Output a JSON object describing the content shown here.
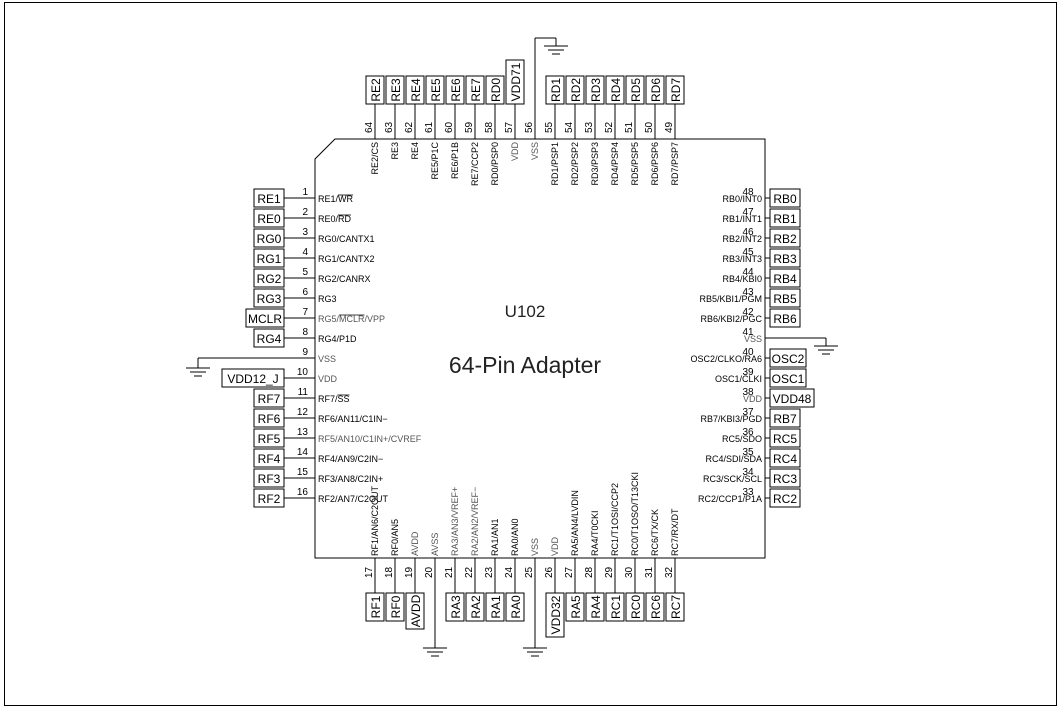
{
  "component": {
    "ref": "U102",
    "name": "64-Pin Adapter"
  },
  "pins": {
    "left": [
      {
        "num": "1",
        "label": "RE1/WR",
        "overline": "WR",
        "net": "RE1"
      },
      {
        "num": "2",
        "label": "RE0/RD",
        "overline": "RD",
        "net": "RE0"
      },
      {
        "num": "3",
        "label": "RG0/CANTX1",
        "net": "RG0"
      },
      {
        "num": "4",
        "label": "RG1/CANTX2",
        "net": "RG1"
      },
      {
        "num": "5",
        "label": "RG2/CANRX",
        "net": "RG2"
      },
      {
        "num": "6",
        "label": "RG3",
        "net": "RG3"
      },
      {
        "num": "7",
        "label": "RG5/MCLR/VPP",
        "overline": "MCLR",
        "net": "MCLR",
        "pwr": true
      },
      {
        "num": "8",
        "label": "RG4/P1D",
        "net": "RG4"
      },
      {
        "num": "9",
        "label": "VSS",
        "net": "",
        "pwr": true,
        "ground": true
      },
      {
        "num": "10",
        "label": "VDD",
        "net": "VDD12_J",
        "pwr": true
      },
      {
        "num": "11",
        "label": "RF7/SS",
        "overline": "SS",
        "net": "RF7"
      },
      {
        "num": "12",
        "label": "RF6/AN11/C1IN−",
        "net": "RF6"
      },
      {
        "num": "13",
        "label": "RF5/AN10/C1IN+/CVREF",
        "net": "RF5",
        "pwr": true
      },
      {
        "num": "14",
        "label": "RF4/AN9/C2IN−",
        "net": "RF4"
      },
      {
        "num": "15",
        "label": "RF3/AN8/C2IN+",
        "net": "RF3"
      },
      {
        "num": "16",
        "label": "RF2/AN7/C2OUT",
        "net": "RF2"
      }
    ],
    "right": [
      {
        "num": "48",
        "label": "RB0/INT0",
        "net": "RB0"
      },
      {
        "num": "47",
        "label": "RB1/INT1",
        "net": "RB1"
      },
      {
        "num": "46",
        "label": "RB2/INT2",
        "net": "RB2"
      },
      {
        "num": "45",
        "label": "RB3/INT3",
        "net": "RB3"
      },
      {
        "num": "44",
        "label": "RB4/KBI0",
        "net": "RB4"
      },
      {
        "num": "43",
        "label": "RB5/KBI1/PGM",
        "net": "RB5"
      },
      {
        "num": "42",
        "label": "RB6/KBI2/PGC",
        "net": "RB6"
      },
      {
        "num": "41",
        "label": "VSS",
        "net": "",
        "pwr": true,
        "ground": true
      },
      {
        "num": "40",
        "label": "OSC2/CLKO/RA6",
        "net": "OSC2"
      },
      {
        "num": "39",
        "label": "OSC1/CLKI",
        "net": "OSC1"
      },
      {
        "num": "38",
        "label": "VDD",
        "net": "VDD48",
        "pwr": true
      },
      {
        "num": "37",
        "label": "RB7/KBI3/PGD",
        "net": "RB7"
      },
      {
        "num": "36",
        "label": "RC5/SDO",
        "net": "RC5"
      },
      {
        "num": "35",
        "label": "RC4/SDI/SDA",
        "net": "RC4"
      },
      {
        "num": "34",
        "label": "RC3/SCK/SCL",
        "net": "RC3"
      },
      {
        "num": "33",
        "label": "RC2/CCP1/P1A",
        "net": "RC2"
      }
    ],
    "top": [
      {
        "num": "64",
        "label": "RE2/CS",
        "overline": "CS",
        "net": "RE2"
      },
      {
        "num": "63",
        "label": "RE3",
        "net": "RE3"
      },
      {
        "num": "62",
        "label": "RE4",
        "net": "RE4"
      },
      {
        "num": "61",
        "label": "RE5/P1C",
        "net": "RE5"
      },
      {
        "num": "60",
        "label": "RE6/P1B",
        "net": "RE6"
      },
      {
        "num": "59",
        "label": "RE7/CCP2",
        "net": "RE7"
      },
      {
        "num": "58",
        "label": "RD0/PSP0",
        "net": "RD0"
      },
      {
        "num": "57",
        "label": "VDD",
        "net": "VDD71",
        "pwr": true
      },
      {
        "num": "56",
        "label": "VSS",
        "net": "",
        "pwr": true,
        "ground": true
      },
      {
        "num": "55",
        "label": "RD1/PSP1",
        "net": "RD1"
      },
      {
        "num": "54",
        "label": "RD2/PSP2",
        "net": "RD2"
      },
      {
        "num": "53",
        "label": "RD3/PSP3",
        "net": "RD3"
      },
      {
        "num": "52",
        "label": "RD4/PSP4",
        "net": "RD4"
      },
      {
        "num": "51",
        "label": "RD5/PSP5",
        "net": "RD5"
      },
      {
        "num": "50",
        "label": "RD6/PSP6",
        "net": "RD6"
      },
      {
        "num": "49",
        "label": "RD7/PSP7",
        "net": "RD7"
      }
    ],
    "bottom": [
      {
        "num": "17",
        "label": "RF1/AN6/C2OUT",
        "net": "RF1"
      },
      {
        "num": "18",
        "label": "RF0/AN5",
        "net": "RF0"
      },
      {
        "num": "19",
        "label": "AVDD",
        "net": "AVDD",
        "pwr": true
      },
      {
        "num": "20",
        "label": "AVSS",
        "net": "",
        "pwr": true,
        "ground": true
      },
      {
        "num": "21",
        "label": "RA3/AN3/VREF+",
        "net": "RA3",
        "pwr": true
      },
      {
        "num": "22",
        "label": "RA2/AN2/VREF−",
        "net": "RA2",
        "pwr": true
      },
      {
        "num": "23",
        "label": "RA1/AN1",
        "net": "RA1"
      },
      {
        "num": "24",
        "label": "RA0/AN0",
        "net": "RA0"
      },
      {
        "num": "25",
        "label": "VSS",
        "net": "",
        "pwr": true,
        "ground": true
      },
      {
        "num": "26",
        "label": "VDD",
        "net": "VDD32",
        "pwr": true
      },
      {
        "num": "27",
        "label": "RA5/AN4/LVDIN",
        "net": "RA5"
      },
      {
        "num": "28",
        "label": "RA4/T0CKI",
        "net": "RA4"
      },
      {
        "num": "29",
        "label": "RC1/T1OSI/CCP2",
        "net": "RC1"
      },
      {
        "num": "30",
        "label": "RC0/T1OSO/T13CKI",
        "net": "RC0"
      },
      {
        "num": "31",
        "label": "RC6/TX/CK",
        "net": "RC6"
      },
      {
        "num": "32",
        "label": "RC7/RX/DT",
        "net": "RC7"
      }
    ]
  }
}
